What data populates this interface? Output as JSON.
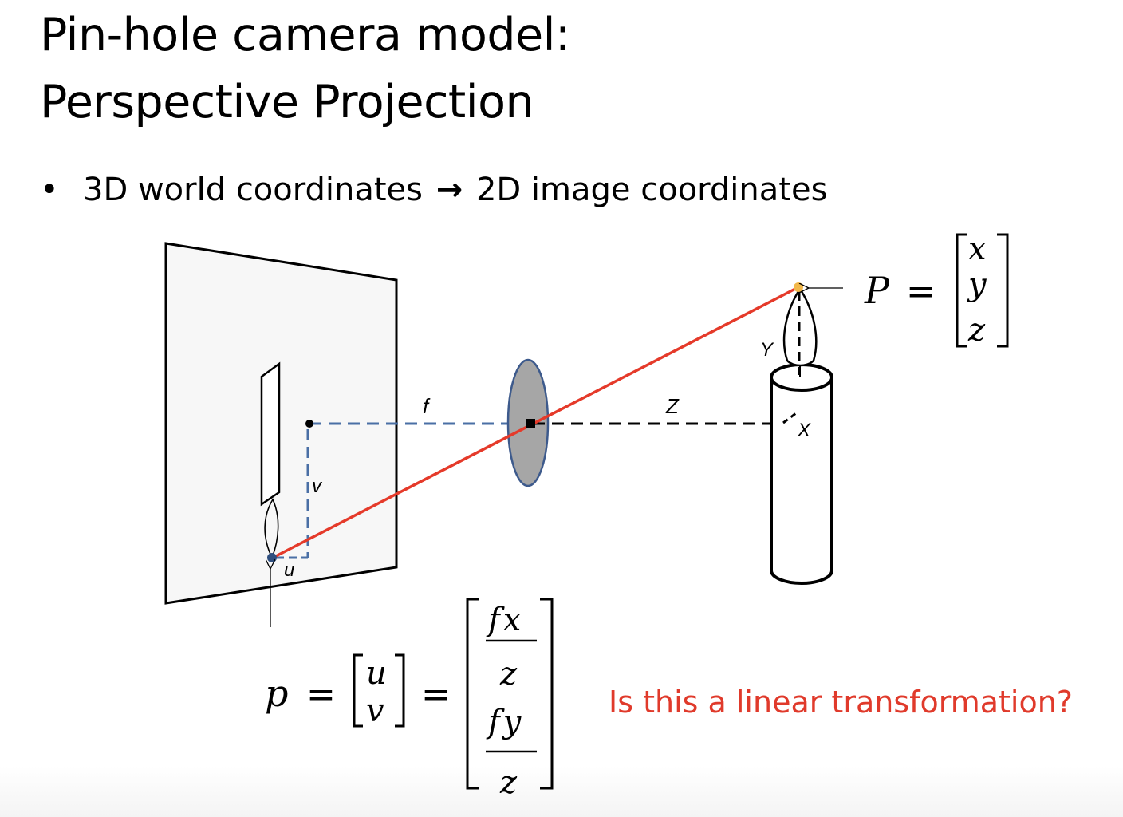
{
  "slide": {
    "title_line1": "Pin-hole camera model:",
    "title_line2": "Perspective Projection",
    "bullet": {
      "marker": "•",
      "left_text": "3D world coordinates",
      "arrow": "→",
      "right_text": "2D image coordinates"
    },
    "question": "Is this a linear transformation?"
  },
  "diagram": {
    "labels": {
      "f": "f",
      "Z": "Z",
      "v": "v",
      "u": "u",
      "Y": "Y",
      "X": "X"
    },
    "world_point": {
      "symbol": "P",
      "equals": "=",
      "vector": [
        "x",
        "y",
        "z"
      ]
    },
    "image_point": {
      "symbol": "p",
      "equals1": "=",
      "vector": [
        "u",
        "v"
      ],
      "equals2": "=",
      "fraction1_num": "fx",
      "fraction1_den": "z",
      "fraction2_num": "fy",
      "fraction2_den": "z"
    },
    "colors": {
      "ray": "#e53a2a",
      "lens_fill": "#a6a6a6",
      "lens_stroke": "#3d5a8c",
      "dashed_image": "#4a6fa5",
      "image_point": "#2f4f7f",
      "world_point": "#f2b84a",
      "question_text": "#e03a2b"
    }
  }
}
